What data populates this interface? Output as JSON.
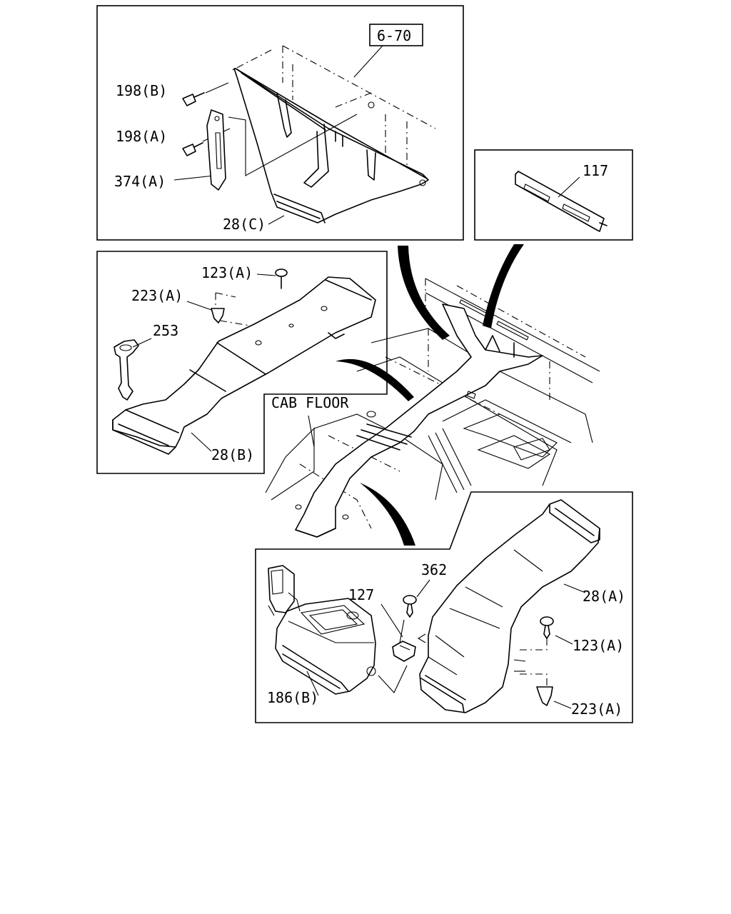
{
  "labels": {
    "ref_6_70": "6-70",
    "p198b": "198(B)",
    "p198a": "198(A)",
    "p374a": "374(A)",
    "p28c": "28(C)",
    "p117": "117",
    "p123a_top": "123(A)",
    "p223a_top": "223(A)",
    "p253": "253",
    "p28b": "28(B)",
    "cab_floor": "CAB FLOOR",
    "p362": "362",
    "p127": "127",
    "p28a": "28(A)",
    "p123a_bot": "123(A)",
    "p223a_bot": "223(A)",
    "p186b": "186(B)"
  }
}
